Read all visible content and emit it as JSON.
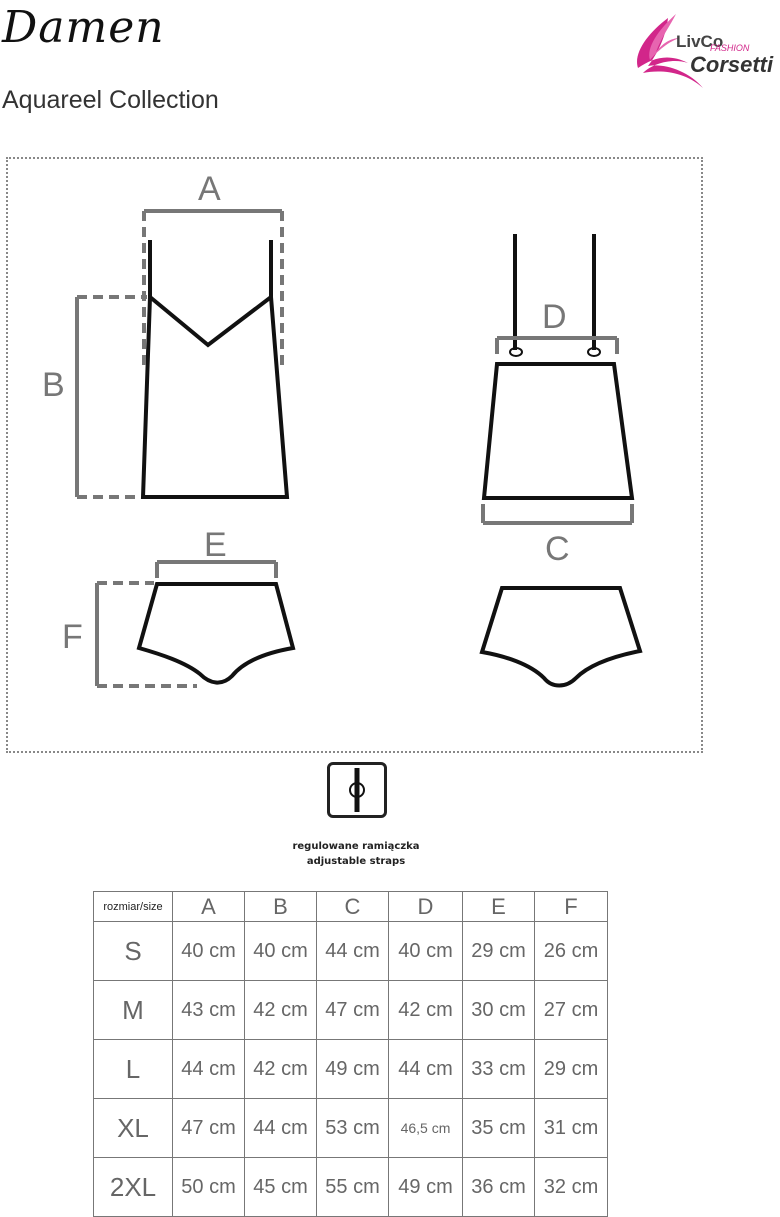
{
  "header": {
    "title": "Damen",
    "subtitle": "Aquareel Collection"
  },
  "logo": {
    "brand_line1": "LivCo",
    "brand_line2": "FASHION",
    "brand_line3": "Corsetti",
    "accent_color": "#d2268a"
  },
  "diagram": {
    "labels": {
      "a": "A",
      "b": "B",
      "c": "C",
      "d": "D",
      "e": "E",
      "f": "F"
    }
  },
  "feature": {
    "icon": "adjustable-strap-icon",
    "caption_pl": "regulowane ramiączka",
    "caption_en": "adjustable straps"
  },
  "size_table": {
    "corner_label": "rozmiar/size",
    "columns": [
      "A",
      "B",
      "C",
      "D",
      "E",
      "F"
    ],
    "rows": [
      {
        "size": "S",
        "values": [
          "40 cm",
          "40 cm",
          "44 cm",
          "40 cm",
          "29 cm",
          "26 cm"
        ]
      },
      {
        "size": "M",
        "values": [
          "43 cm",
          "42 cm",
          "47 cm",
          "42 cm",
          "30 cm",
          "27 cm"
        ]
      },
      {
        "size": "L",
        "values": [
          "44 cm",
          "42 cm",
          "49 cm",
          "44 cm",
          "33 cm",
          "29 cm"
        ]
      },
      {
        "size": "XL",
        "values": [
          "47 cm",
          "44 cm",
          "53 cm",
          "46,5 cm",
          "35 cm",
          "31 cm"
        ]
      },
      {
        "size": "2XL",
        "values": [
          "50 cm",
          "45 cm",
          "55 cm",
          "49 cm",
          "36 cm",
          "32 cm"
        ]
      }
    ]
  }
}
